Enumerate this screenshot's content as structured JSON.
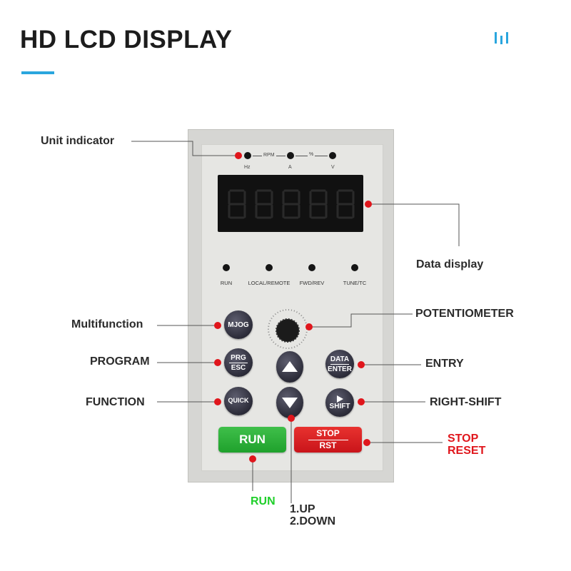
{
  "header": {
    "title": "HD LCD DISPLAY"
  },
  "panel": {
    "unit_labels_top": [
      "RPM",
      "%"
    ],
    "unit_labels_bottom": [
      "Hz",
      "A",
      "V"
    ],
    "status_indicators": [
      "RUN",
      "LOCAL/REMOTE",
      "FWD/REV",
      "TUNE/TC"
    ],
    "keys": {
      "mjog": "MJOG",
      "prg_top": "PRG",
      "prg_bottom": "ESC",
      "quick": "QUICK",
      "data_top": "DATA",
      "data_bottom": "ENTER",
      "shift": "SHIFT",
      "run": "RUN",
      "stop_top": "STOP",
      "stop_bottom": "RST"
    }
  },
  "callouts": {
    "unit_indicator": "Unit indicator",
    "data_display": "Data display",
    "multifunction": "Multifunction",
    "potentiometer": "POTENTIOMETER",
    "program": "PROGRAM",
    "entry": "ENTRY",
    "function": "FUNCTION",
    "right_shift": "RIGHT-SHIFT",
    "stop_reset_1": "STOP",
    "stop_reset_2": "RESET",
    "run": "RUN",
    "up_down_1": "1.UP",
    "up_down_2": "2.DOWN"
  },
  "colors": {
    "accent": "#2aa6de",
    "callout_dot": "#e0161c",
    "run_label": "#1fcf2a",
    "stop_label": "#e0161c"
  }
}
